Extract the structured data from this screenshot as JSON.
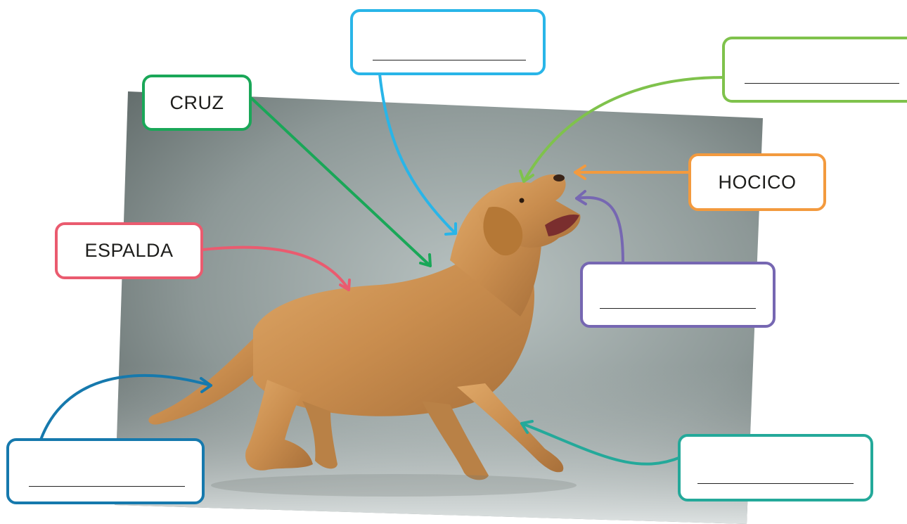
{
  "diagram": {
    "labels": [
      {
        "id": "cruz",
        "text": "CRUZ",
        "color": "#1aa758"
      },
      {
        "id": "espalda",
        "text": "ESPALDA",
        "color": "#ea5b6f"
      },
      {
        "id": "hocico",
        "text": "HOCICO",
        "color": "#f39a3e"
      },
      {
        "id": "top-blank",
        "text": "",
        "color": "#29b5e8"
      },
      {
        "id": "head-blank",
        "text": "",
        "color": "#7fc24c"
      },
      {
        "id": "jaw-blank",
        "text": "",
        "color": "#7667b2"
      },
      {
        "id": "tail-blank",
        "text": "",
        "color": "#1679ad"
      },
      {
        "id": "leg-blank",
        "text": "",
        "color": "#24a99a"
      }
    ],
    "photo": {
      "subject": "dog-photo",
      "background_color": "#8f9898",
      "dog_color": "#c98d4e"
    }
  }
}
